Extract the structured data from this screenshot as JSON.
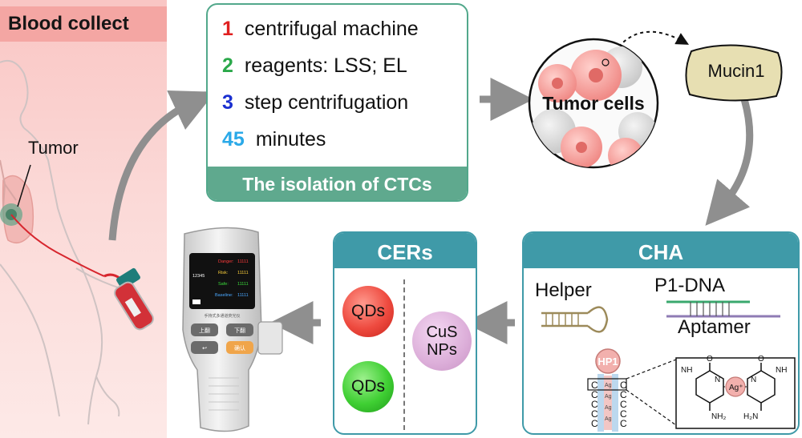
{
  "blood_collect": {
    "title": "Blood collect",
    "tumor_label": "Tumor"
  },
  "isolation": {
    "rows": [
      {
        "num": "1",
        "text": "centrifugal machine",
        "color": "#e02020"
      },
      {
        "num": "2",
        "text": "reagents: LSS; EL",
        "color": "#2aa84a"
      },
      {
        "num": "3",
        "text": "step centrifugation",
        "color": "#1a2fd0"
      },
      {
        "num": "45",
        "text": "minutes",
        "color": "#2aa9e8"
      }
    ],
    "footer": "The isolation of CTCs"
  },
  "tumor_cells": {
    "label": "Tumor cells"
  },
  "mucin": {
    "label": "Mucin1"
  },
  "cha": {
    "title": "CHA",
    "helper": "Helper",
    "p1_dna": "P1-DNA",
    "aptamer": "Aptamer",
    "hp1": "HP1",
    "ag_label": "Ag",
    "ag_ion": "Ag⁺",
    "nh": "NH",
    "nh2": "NH₂",
    "h2n": "H₂N",
    "o": "O",
    "n": "N",
    "c": "C"
  },
  "cers": {
    "title": "CERs",
    "qd1": "QDs",
    "qd2": "QDs",
    "cus_line1": "CuS",
    "cus_line2": "NPs"
  },
  "device": {
    "danger": "Danger:",
    "risk": "Risk:",
    "safe": "Safe:",
    "baseline": "Baseline:",
    "reading": "11111",
    "id": "12345",
    "btn_up": "上翻",
    "btn_down": "下翻",
    "btn_ok": "确认",
    "btn_back": "↩",
    "model": "手持式多通道荧光仪"
  },
  "colors": {
    "green_panel": "#5fa98e",
    "teal_panel": "#3f9aa8",
    "arrow": "#8f8f8f",
    "tumor_pink": "#f08a86"
  }
}
